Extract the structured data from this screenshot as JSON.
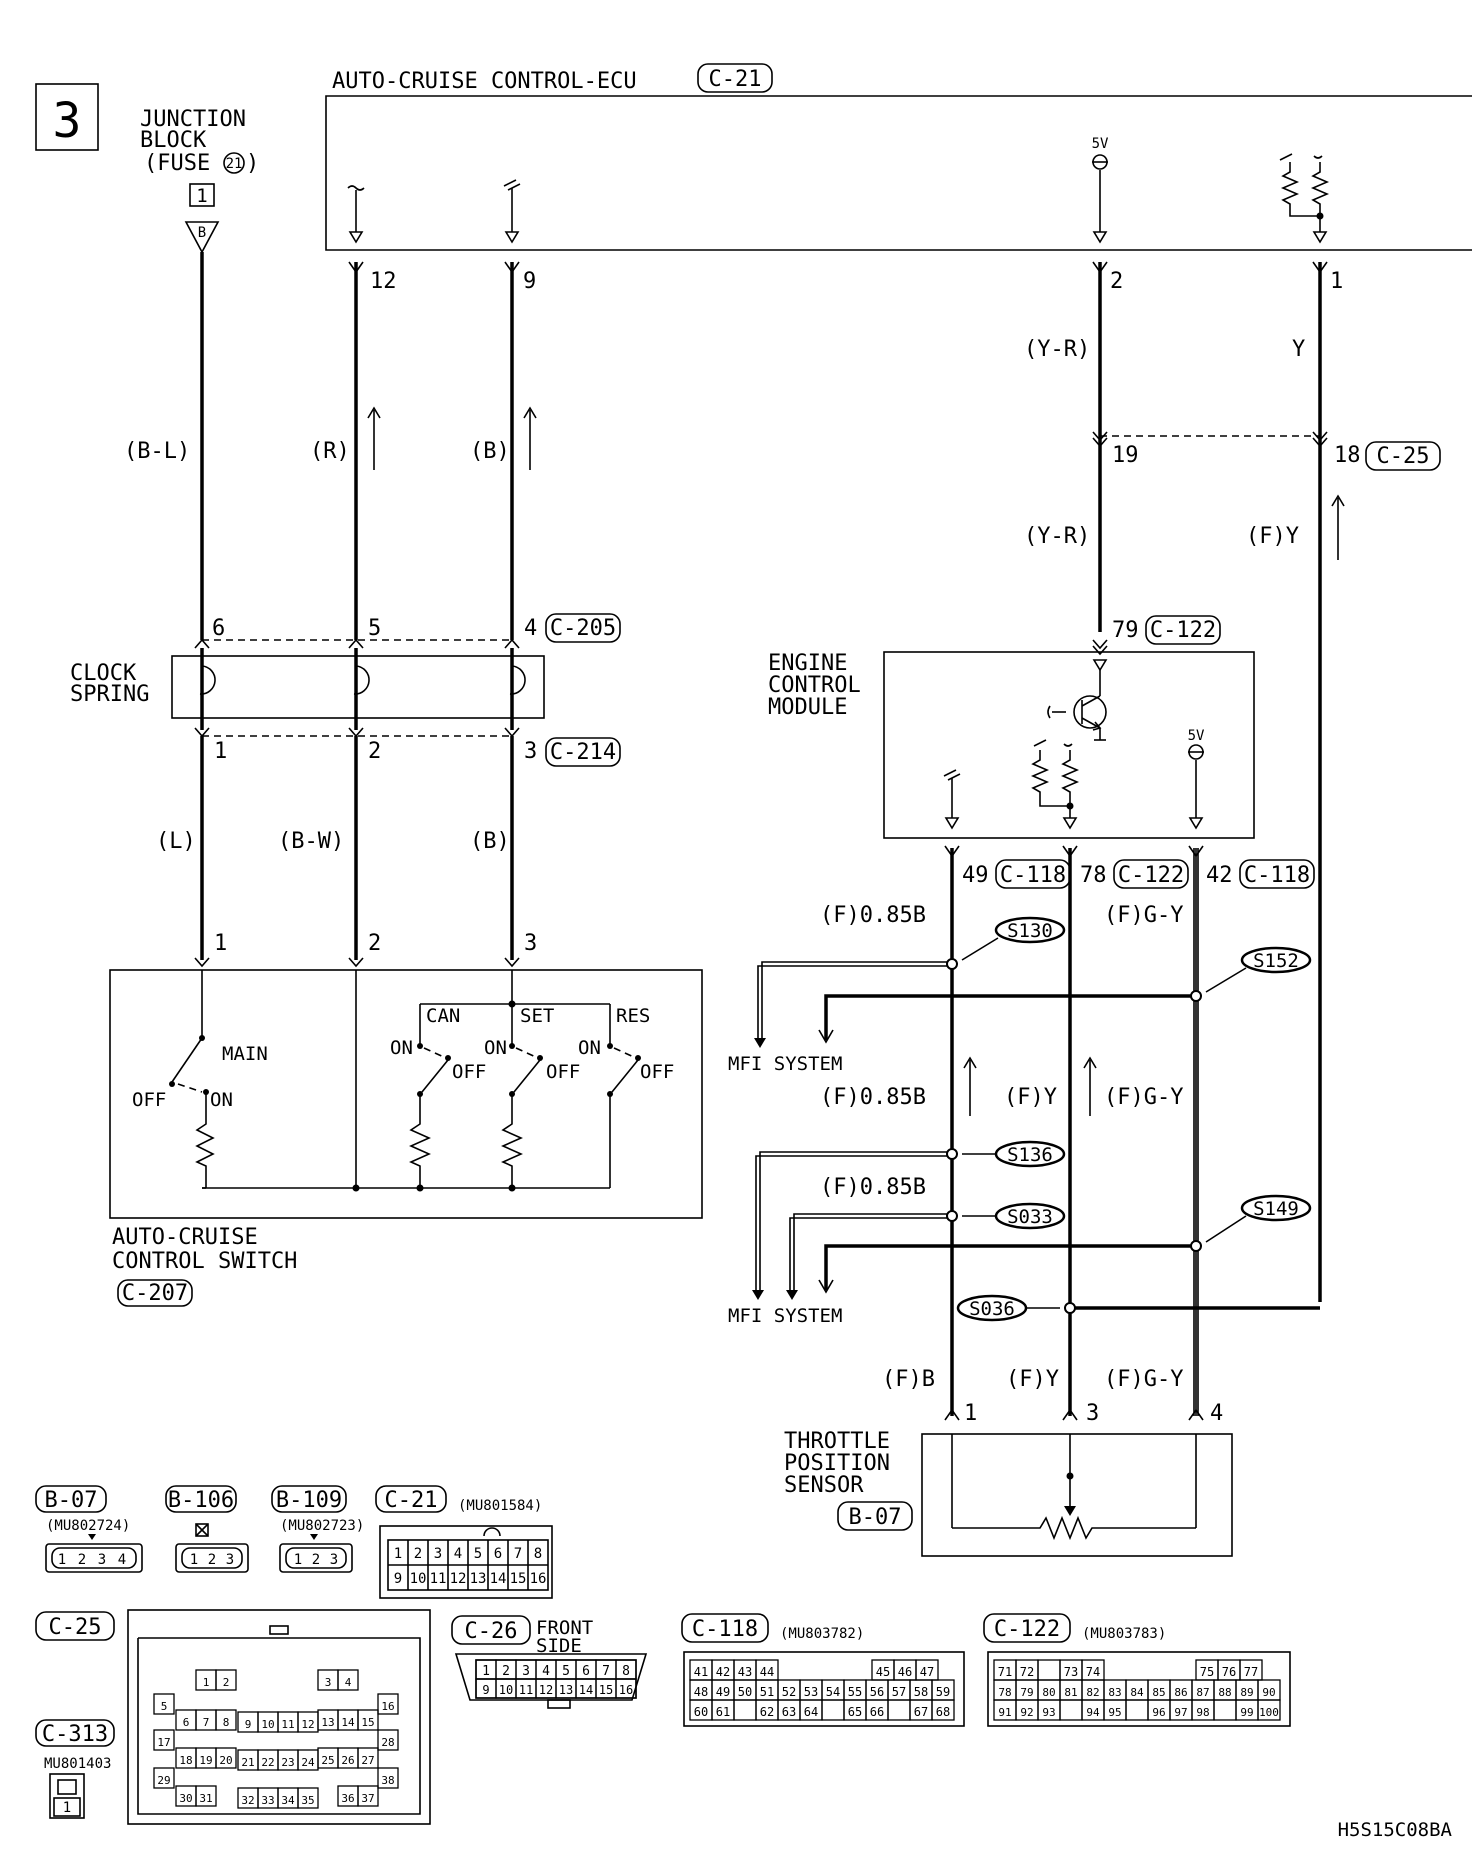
{
  "page_number": "3",
  "ecu": {
    "title": "AUTO-CRUISE CONTROL-ECU",
    "connector": "C-21",
    "five_v": "5V"
  },
  "junction_block": {
    "line1": "JUNCTION",
    "line2": "BLOCK",
    "line3_pre": "(FUSE",
    "fuse_no": "21",
    "line3_post": ")",
    "pin": "1",
    "pin_tag": "B"
  },
  "ecu_pins": {
    "p12": "12",
    "p9": "9",
    "p2": "2",
    "p1": "1"
  },
  "wire_labels": {
    "bl": "(B-L)",
    "r": "(R)",
    "b": "(B)",
    "yr": "(Y-R)",
    "y": "Y",
    "fy": "(F)Y",
    "l": "(L)",
    "bw": "(B-W)",
    "b2": "(B)",
    "f085b": "(F)0.85B",
    "fgy": "(F)G-Y",
    "f085b2": "(F)0.85B",
    "fy2": "(F)Y",
    "fgy2": "(F)G-Y",
    "f085b3": "(F)0.85B",
    "fb": "(F)B",
    "fy3": "(F)Y",
    "fgy3": "(F)G-Y"
  },
  "c25_pins": {
    "p19": "19",
    "p18": "18",
    "connector": "C-25"
  },
  "c205": {
    "p6": "6",
    "p5": "5",
    "p4": "4",
    "connector": "C-205"
  },
  "clock_spring": {
    "line1": "CLOCK",
    "line2": "SPRING"
  },
  "c214": {
    "p1": "1",
    "p2": "2",
    "p3": "3",
    "connector": "C-214"
  },
  "c207_pins": {
    "p1": "1",
    "p2": "2",
    "p3": "3"
  },
  "switch": {
    "main": "MAIN",
    "off": "OFF",
    "on": "ON",
    "can": "CAN",
    "set": "SET",
    "res": "RES",
    "line1": "AUTO-CRUISE",
    "line2": "CONTROL SWITCH",
    "connector": "C-207"
  },
  "ecm": {
    "line1": "ENGINE",
    "line2": "CONTROL",
    "line3": "MODULE",
    "pin79": "79",
    "conn79": "C-122",
    "five_v": "5V",
    "pin49": "49",
    "conn49": "C-118",
    "pin78": "78",
    "conn78": "C-122",
    "pin42": "42",
    "conn42": "C-118"
  },
  "splices": {
    "s130": "S130",
    "s152": "S152",
    "s136": "S136",
    "s033": "S033",
    "s149": "S149",
    "s036": "S036"
  },
  "mfi": {
    "top": "MFI SYSTEM",
    "bottom": "MFI SYSTEM"
  },
  "tps": {
    "line1": "THROTTLE",
    "line2": "POSITION",
    "line3": "SENSOR",
    "connector": "B-07",
    "p1": "1",
    "p3": "3",
    "p4": "4"
  },
  "connectors": {
    "b07": {
      "name": "B-07",
      "part": "(MU802724)",
      "pins": [
        "1",
        "2",
        "3",
        "4"
      ]
    },
    "b106": {
      "name": "B-106",
      "pins": [
        "1",
        "2",
        "3"
      ]
    },
    "b109": {
      "name": "B-109",
      "part": "(MU802723)",
      "pins": [
        "1",
        "2",
        "3"
      ]
    },
    "c21": {
      "name": "C-21",
      "part": "(MU801584)",
      "row1": [
        "1",
        "2",
        "3",
        "4",
        "5",
        "6",
        "7",
        "8"
      ],
      "row2": [
        "9",
        "10",
        "11",
        "12",
        "13",
        "14",
        "15",
        "16"
      ]
    },
    "c25": {
      "name": "C-25",
      "cells": [
        "1",
        "2",
        "3",
        "4",
        "5",
        "16",
        "6",
        "7",
        "8",
        "9",
        "10",
        "11",
        "12",
        "13",
        "14",
        "15",
        "17",
        "28",
        "18",
        "19",
        "20",
        "21",
        "22",
        "23",
        "24",
        "25",
        "26",
        "27",
        "29",
        "38",
        "30",
        "31",
        "32",
        "33",
        "34",
        "35",
        "36",
        "37"
      ]
    },
    "c26": {
      "name": "C-26",
      "sub1": "FRONT",
      "sub2": "SIDE",
      "row1": [
        "1",
        "2",
        "3",
        "4",
        "5",
        "6",
        "7",
        "8"
      ],
      "row2": [
        "9",
        "10",
        "11",
        "12",
        "13",
        "14",
        "15",
        "16"
      ]
    },
    "c118": {
      "name": "C-118",
      "part": "(MU803782)",
      "row1": [
        "41",
        "42",
        "43",
        "44",
        "",
        "",
        "",
        "",
        "45",
        "46",
        "47"
      ],
      "row2": [
        "48",
        "49",
        "50",
        "51",
        "52",
        "53",
        "54",
        "55",
        "56",
        "57",
        "58",
        "59"
      ],
      "row3": [
        "60",
        "61",
        "",
        "62",
        "63",
        "64",
        "",
        "65",
        "66",
        "",
        "67",
        "68"
      ]
    },
    "c122": {
      "name": "C-122",
      "part": "(MU803783)",
      "row1": [
        "71",
        "72",
        "",
        "73",
        "74",
        "",
        "",
        "",
        "75",
        "76",
        "77"
      ],
      "row2": [
        "78",
        "79",
        "80",
        "81",
        "82",
        "83",
        "84",
        "85",
        "86",
        "87",
        "88",
        "89",
        "90"
      ],
      "row3": [
        "91",
        "92",
        "93",
        "",
        "94",
        "95",
        "",
        "96",
        "97",
        "98",
        "",
        "99",
        "100"
      ]
    },
    "c313": {
      "name": "C-313",
      "part": "MU801403",
      "pin": "1"
    }
  },
  "figure_code": "H5S15C08BA"
}
